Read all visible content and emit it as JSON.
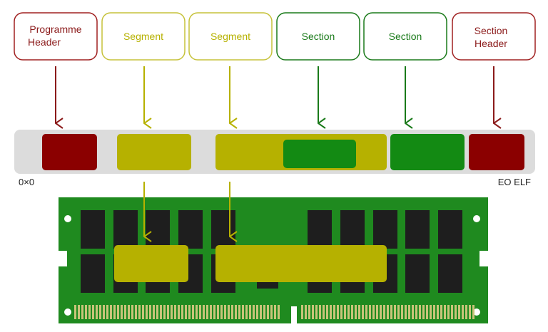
{
  "colors": {
    "header": "#8b0000",
    "header_border": "#a02020",
    "segment": "#b6b100",
    "segment_border": "#c6c23a",
    "section": "#138a13",
    "section_border": "#1a7a1a",
    "strip": "#dcdcdc",
    "board": "#1f8a1f",
    "chip": "#1e1e1e",
    "contact": "#c9c47a"
  },
  "labels": [
    {
      "id": "programme-header",
      "kind": "header",
      "line1": "Programme",
      "line2": "Header"
    },
    {
      "id": "segment-1",
      "kind": "segment",
      "line1": "Segment",
      "line2": ""
    },
    {
      "id": "segment-2",
      "kind": "segment",
      "line1": "Segment",
      "line2": ""
    },
    {
      "id": "section-1",
      "kind": "section",
      "line1": "Section",
      "line2": ""
    },
    {
      "id": "section-2",
      "kind": "section",
      "line1": "Section",
      "line2": ""
    },
    {
      "id": "section-header",
      "kind": "header",
      "line1": "Section",
      "line2": "Header"
    }
  ],
  "file": {
    "start_label": "0×0",
    "end_label": "EO ELF"
  }
}
